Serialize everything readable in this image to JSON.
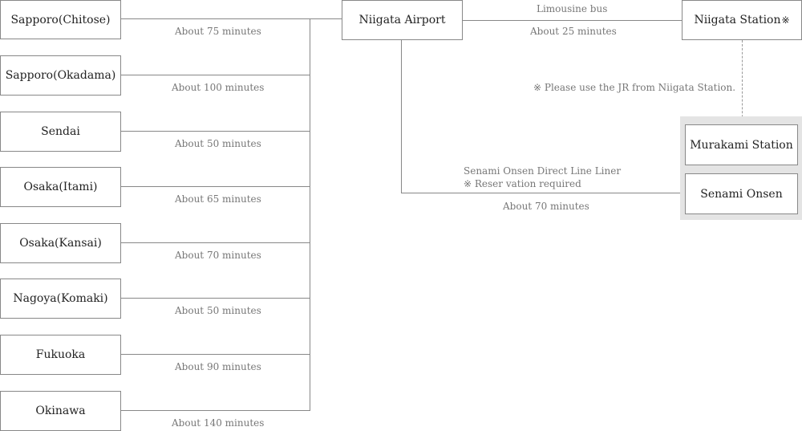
{
  "origins": [
    {
      "name": "Sapporo(Chitose)",
      "time": "About 75 minutes"
    },
    {
      "name": "Sapporo(Okadama)",
      "time": "About 100 minutes"
    },
    {
      "name": "Sendai",
      "time": "About 50 minutes"
    },
    {
      "name": "Osaka(Itami)",
      "time": "About 65 minutes"
    },
    {
      "name": "Osaka(Kansai)",
      "time": "About 70 minutes"
    },
    {
      "name": "Nagoya(Komaki)",
      "time": "About 50 minutes"
    },
    {
      "name": "Fukuoka",
      "time": "About 90 minutes"
    },
    {
      "name": "Okinawa",
      "time": "About 140 minutes"
    }
  ],
  "hub": {
    "name": "Niigata Airport"
  },
  "station": {
    "name": "Niigata Station",
    "mark": "※"
  },
  "bus": {
    "mode": "Limousine bus",
    "time": "About 25 minutes"
  },
  "jr_note": "※ Please use the JR from Niigata Station.",
  "murakami": {
    "name": "Murakami Station"
  },
  "onsen": {
    "name": "Senami Onsen"
  },
  "liner": {
    "name": "Senami Onsen Direct Line Liner",
    "note": "※ Reser vation required",
    "time": "About 70 minutes"
  }
}
